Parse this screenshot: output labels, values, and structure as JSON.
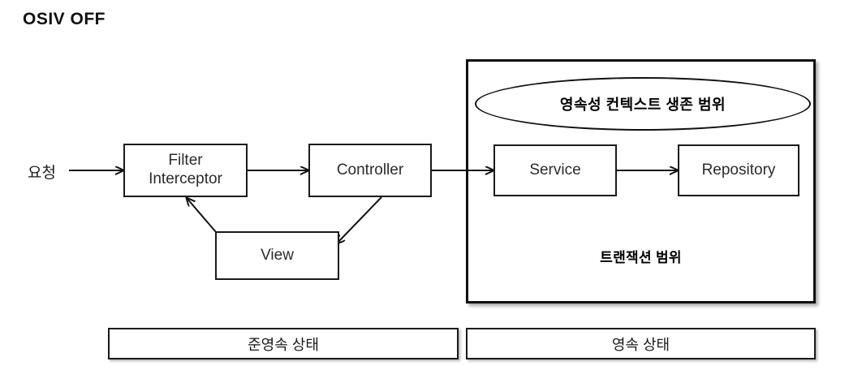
{
  "diagram": {
    "title": "OSIV OFF",
    "request_label": "요청",
    "nodes": {
      "filter": {
        "line1": "Filter",
        "line2": "Interceptor"
      },
      "controller": {
        "label": "Controller"
      },
      "view": {
        "label": "View"
      },
      "service": {
        "label": "Service"
      },
      "repository": {
        "label": "Repository"
      }
    },
    "scope_panel": {
      "ellipse_label": "영속성 컨텍스트 생존 범위",
      "caption": "트랜잭션 범위"
    },
    "state_bars": [
      {
        "label": "준영속 상태"
      },
      {
        "label": "영속 상태"
      }
    ],
    "colors": {
      "stroke": "#1a1a1a",
      "panel_stroke": "#111111",
      "text": "#2b2b2b",
      "background": "#ffffff"
    }
  }
}
